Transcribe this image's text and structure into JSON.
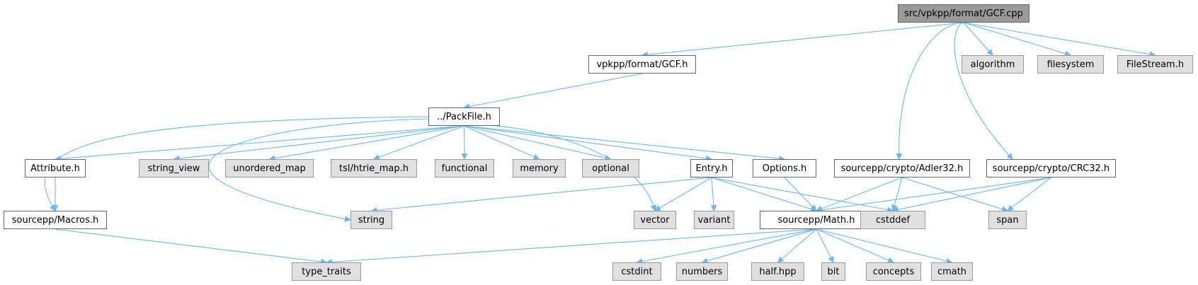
{
  "colors": {
    "edge": "#63b8ff",
    "root_fill": "#9a9a9a",
    "local_fill": "#ffffff",
    "system_fill": "#e0e0e0"
  },
  "nodes": [
    {
      "id": "gcf_cpp",
      "label": "src/vpkpp/format/GCF.cpp",
      "kind": "root"
    },
    {
      "id": "gcf_h",
      "label": "vpkpp/format/GCF.h",
      "kind": "local"
    },
    {
      "id": "algorithm",
      "label": "algorithm",
      "kind": "system"
    },
    {
      "id": "filesystem",
      "label": "filesystem",
      "kind": "system"
    },
    {
      "id": "filestream",
      "label": "FileStream.h",
      "kind": "system"
    },
    {
      "id": "packfile",
      "label": "../PackFile.h",
      "kind": "local"
    },
    {
      "id": "attribute",
      "label": "Attribute.h",
      "kind": "local"
    },
    {
      "id": "string_view",
      "label": "string_view",
      "kind": "system"
    },
    {
      "id": "unordered_map",
      "label": "unordered_map",
      "kind": "system"
    },
    {
      "id": "htrie",
      "label": "tsl/htrie_map.h",
      "kind": "system"
    },
    {
      "id": "functional",
      "label": "functional",
      "kind": "system"
    },
    {
      "id": "memory",
      "label": "memory",
      "kind": "system"
    },
    {
      "id": "optional",
      "label": "optional",
      "kind": "system"
    },
    {
      "id": "entry",
      "label": "Entry.h",
      "kind": "local"
    },
    {
      "id": "options",
      "label": "Options.h",
      "kind": "local"
    },
    {
      "id": "adler",
      "label": "sourcepp/crypto/Adler32.h",
      "kind": "local"
    },
    {
      "id": "crc",
      "label": "sourcepp/crypto/CRC32.h",
      "kind": "local"
    },
    {
      "id": "macros",
      "label": "sourcepp/Macros.h",
      "kind": "local"
    },
    {
      "id": "string",
      "label": "string",
      "kind": "system"
    },
    {
      "id": "vector",
      "label": "vector",
      "kind": "system"
    },
    {
      "id": "variant",
      "label": "variant",
      "kind": "system"
    },
    {
      "id": "math",
      "label": "sourcepp/Math.h",
      "kind": "local"
    },
    {
      "id": "cstddef",
      "label": "cstddef",
      "kind": "system"
    },
    {
      "id": "span",
      "label": "span",
      "kind": "system"
    },
    {
      "id": "type_traits",
      "label": "type_traits",
      "kind": "system"
    },
    {
      "id": "cstdint",
      "label": "cstdint",
      "kind": "system"
    },
    {
      "id": "numbers",
      "label": "numbers",
      "kind": "system"
    },
    {
      "id": "half",
      "label": "half.hpp",
      "kind": "system"
    },
    {
      "id": "bit",
      "label": "bit",
      "kind": "system"
    },
    {
      "id": "concepts",
      "label": "concepts",
      "kind": "system"
    },
    {
      "id": "cmath",
      "label": "cmath",
      "kind": "system"
    }
  ],
  "edges": [
    [
      "gcf_cpp",
      "gcf_h"
    ],
    [
      "gcf_cpp",
      "algorithm"
    ],
    [
      "gcf_cpp",
      "filesystem"
    ],
    [
      "gcf_cpp",
      "filestream"
    ],
    [
      "gcf_cpp",
      "adler"
    ],
    [
      "gcf_cpp",
      "crc"
    ],
    [
      "gcf_h",
      "packfile"
    ],
    [
      "packfile",
      "attribute"
    ],
    [
      "packfile",
      "string_view"
    ],
    [
      "packfile",
      "unordered_map"
    ],
    [
      "packfile",
      "htrie"
    ],
    [
      "packfile",
      "functional"
    ],
    [
      "packfile",
      "memory"
    ],
    [
      "packfile",
      "optional"
    ],
    [
      "packfile",
      "entry"
    ],
    [
      "packfile",
      "options"
    ],
    [
      "packfile",
      "macros"
    ],
    [
      "packfile",
      "string"
    ],
    [
      "packfile",
      "vector"
    ],
    [
      "attribute",
      "macros"
    ],
    [
      "macros",
      "type_traits"
    ],
    [
      "entry",
      "string"
    ],
    [
      "entry",
      "vector"
    ],
    [
      "entry",
      "variant"
    ],
    [
      "entry",
      "math"
    ],
    [
      "entry",
      "cstddef"
    ],
    [
      "options",
      "math"
    ],
    [
      "adler",
      "math"
    ],
    [
      "adler",
      "cstddef"
    ],
    [
      "adler",
      "span"
    ],
    [
      "crc",
      "math"
    ],
    [
      "crc",
      "cstddef"
    ],
    [
      "crc",
      "span"
    ],
    [
      "math",
      "type_traits"
    ],
    [
      "math",
      "cstdint"
    ],
    [
      "math",
      "numbers"
    ],
    [
      "math",
      "half"
    ],
    [
      "math",
      "bit"
    ],
    [
      "math",
      "concepts"
    ],
    [
      "math",
      "cmath"
    ]
  ]
}
